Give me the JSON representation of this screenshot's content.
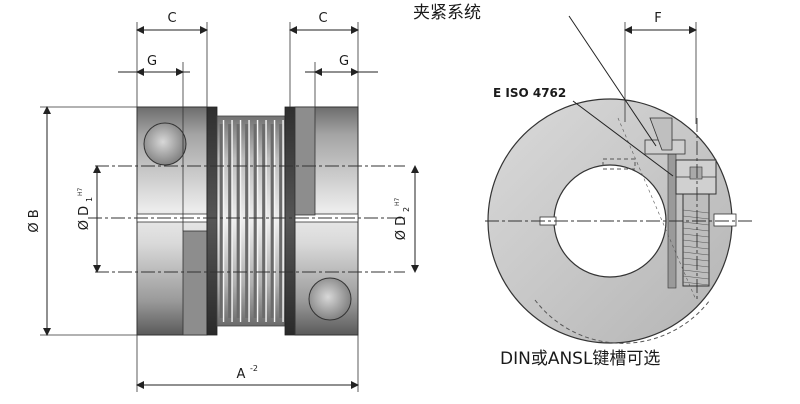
{
  "dimension_labels": {
    "c_left": "C",
    "c_right": "C",
    "g_left": "G",
    "g_right": "G",
    "f": "F",
    "a": "A",
    "a_sup": "-2",
    "b": "Ø B",
    "d1": "Ø D",
    "d1_sub": "1",
    "d1_sup": "H7",
    "d2": "Ø D",
    "d2_sub": "2",
    "d2_sup": "H7"
  },
  "annotations": {
    "clamping_system": "夹紧系统",
    "screw_standard": "E ISO 4762",
    "keyway_option": "DIN或ANSL键槽可选"
  },
  "colors": {
    "hub_dark": "#5e5e5e",
    "hub_mid": "#a9a9a9",
    "hub_light": "#e6e6e6",
    "bellows_dark": "#6a6a6a",
    "bellows_light": "#dcdcdc",
    "ring_fill": "#c8c8c8",
    "line": "#222222"
  }
}
